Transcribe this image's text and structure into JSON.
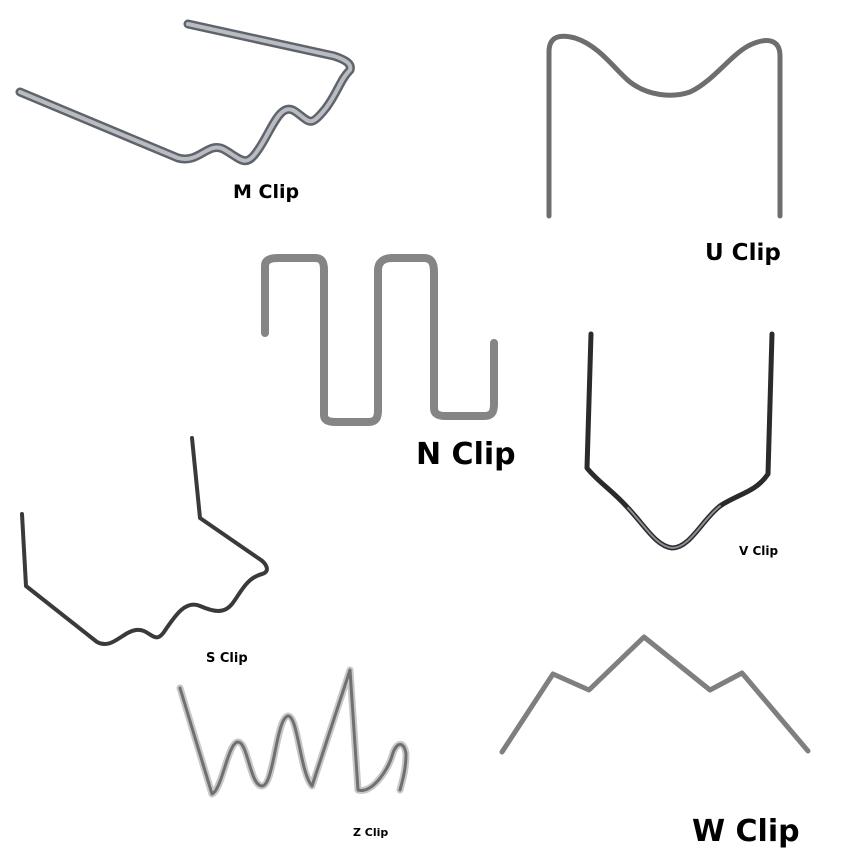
{
  "clips": [
    {
      "id": "m",
      "label": "M Clip",
      "icon": "m-clip-wire-icon",
      "color": "#8a8f96"
    },
    {
      "id": "u",
      "label": "U Clip",
      "icon": "u-clip-wire-icon",
      "color": "#6e6e6e"
    },
    {
      "id": "n",
      "label": "N Clip",
      "icon": "n-clip-wire-icon",
      "color": "#8c8c8c"
    },
    {
      "id": "v",
      "label": "V Clip",
      "icon": "v-clip-wire-icon",
      "color": "#2b2b2e"
    },
    {
      "id": "s",
      "label": "S Clip",
      "icon": "s-clip-wire-icon",
      "color": "#3a3a3a"
    },
    {
      "id": "z",
      "label": "Z Clip",
      "icon": "z-clip-wire-icon",
      "color": "#8a8a8a"
    },
    {
      "id": "w",
      "label": "W Clip",
      "icon": "w-clip-wire-icon",
      "color": "#7f7f7f"
    }
  ]
}
